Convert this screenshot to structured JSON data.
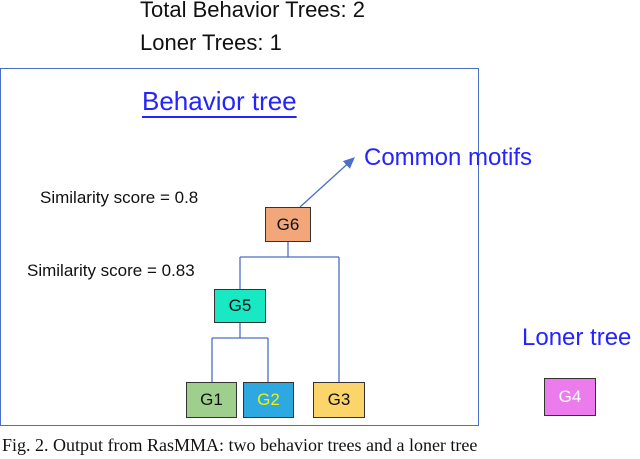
{
  "header": {
    "total_behavior_trees": "Total Behavior Trees: 2",
    "loner_trees": "Loner Trees: 1"
  },
  "diagram": {
    "behavior_tree_title": "Behavior tree",
    "common_motifs_label": "Common motifs",
    "loner_tree_label": "Loner tree",
    "similarity_scores": [
      "Similarity score = 0.8",
      "Similarity score = 0.83"
    ],
    "nodes": {
      "g6": "G6",
      "g5": "G5",
      "g1": "G1",
      "g2": "G2",
      "g3": "G3",
      "g4": "G4"
    }
  },
  "colors": {
    "label_blue": "#2424ff",
    "frame_border": "#4a6fc8",
    "g6_fill": "#f2a77b",
    "g5_fill": "#19e8c4",
    "g1_fill": "#9fcf8c",
    "g2_fill": "#2ea8e0",
    "g3_fill": "#fbd56a",
    "g4_fill": "#ec7bee"
  },
  "caption": "Fig. 2. Output from RasMMA: two behavior trees and a loner tree"
}
